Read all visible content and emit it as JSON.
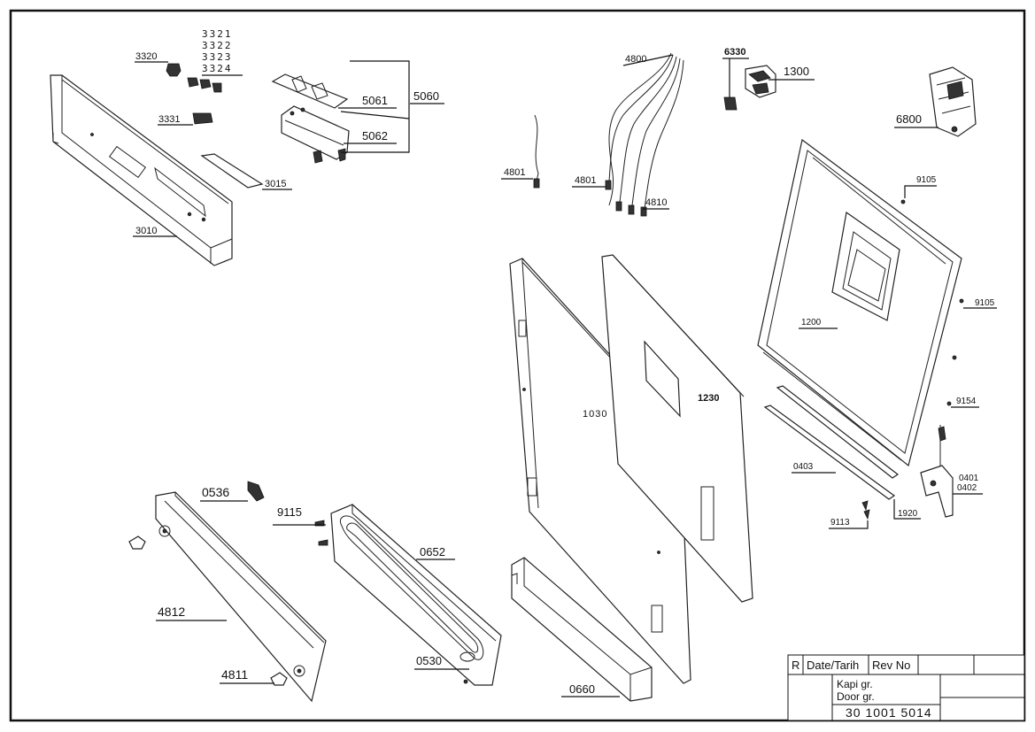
{
  "labels": {
    "p3010": "3010",
    "p3015": "3015",
    "p3320": "3320",
    "p3321": "3321",
    "p3322": "3322",
    "p3323": "3323",
    "p3324": "3324",
    "p3331": "3331",
    "p5060": "5060",
    "p5061": "5061",
    "p5062": "5062",
    "p4800": "4800",
    "p4801a": "4801",
    "p4801b": "4801",
    "p4810": "4810",
    "p6330": "6330",
    "p1300": "1300",
    "p6800": "6800",
    "p9105a": "9105",
    "p9105b": "9105",
    "p1200": "1200",
    "p1030": "1030",
    "p1230": "1230",
    "p9154": "9154",
    "p0403": "0403",
    "p0401": "0401",
    "p0402": "0402",
    "p1920": "1920",
    "p9113": "9113",
    "p0536": "0536",
    "p9115": "9115",
    "p0652": "0652",
    "p4812": "4812",
    "p4811": "4811",
    "p0530": "0530",
    "p0660": "0660"
  },
  "title_block": {
    "rev_col": "R",
    "date_col": "Date/Tarih",
    "revno_col": "Rev No",
    "name_tr": "Kapi gr.",
    "name_en": "Door gr.",
    "drawing_no": "30 1001 5014"
  }
}
